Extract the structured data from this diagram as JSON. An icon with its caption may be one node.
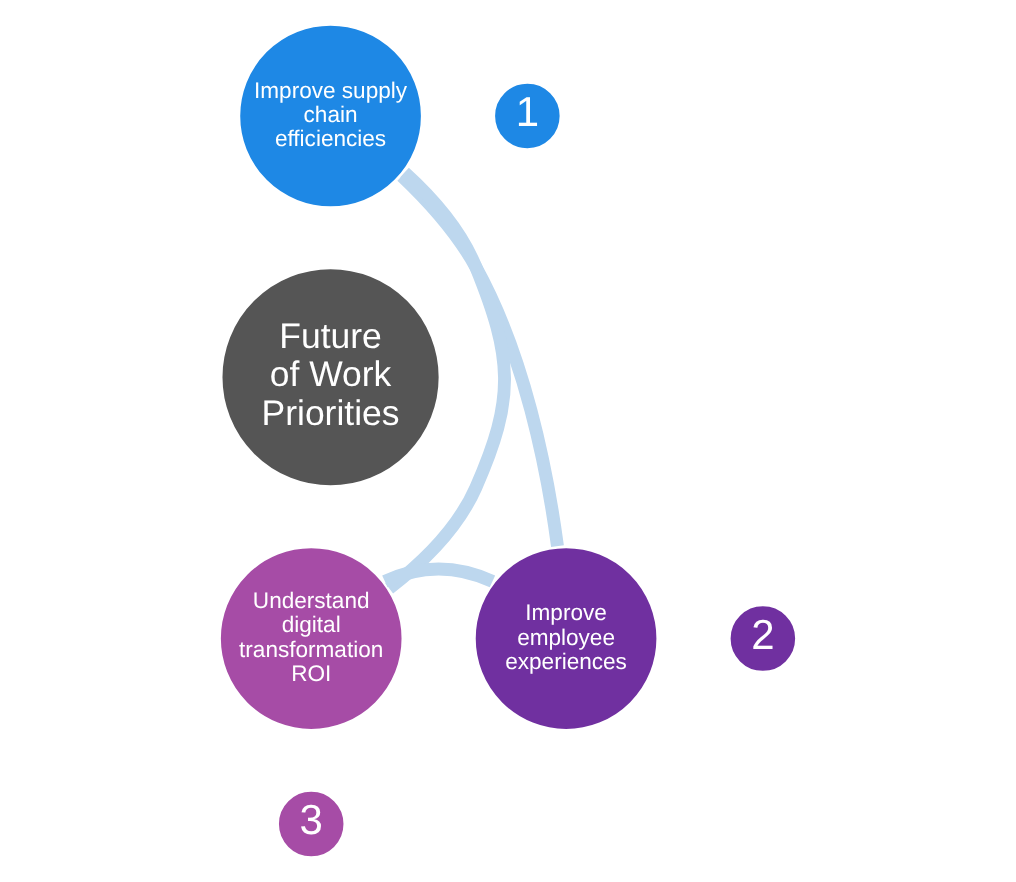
{
  "diagram": {
    "nodes": [
      {
        "text": [
          "Improve supply chain efficiencies"
        ]
      },
      {
        "text": [
          "1"
        ]
      },
      {
        "text": [
          "Future of Work Priorities"
        ]
      },
      {
        "text": [
          "Understand digital transformation ROI"
        ]
      },
      {
        "text": [
          "Improve employee experiences"
        ]
      },
      {
        "text": [
          "2"
        ]
      },
      {
        "text": [
          "3"
        ]
      }
    ],
    "edges": [
      {
        "from": 0,
        "to": 4,
        "arrow": "none"
      },
      {
        "from": 4,
        "to": 3,
        "arrow": "none"
      },
      {
        "from": 3,
        "to": 0,
        "arrow": "none"
      }
    ]
  }
}
